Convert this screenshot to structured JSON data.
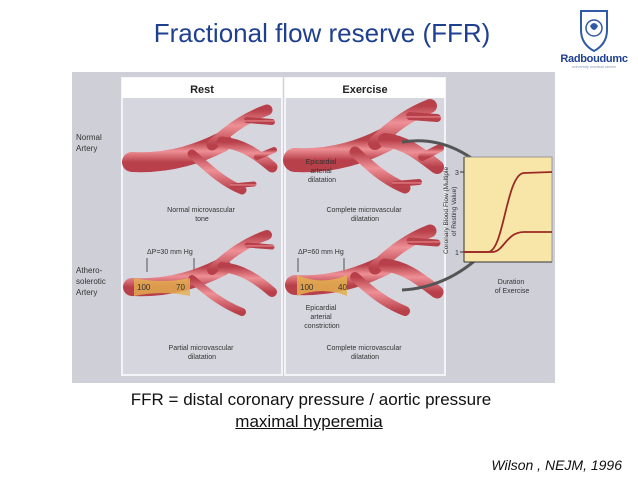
{
  "title": "Fractional flow reserve (FFR)",
  "logo": {
    "name": "Radboudumc",
    "sub": "university medical center"
  },
  "figure": {
    "col_rest": "Rest",
    "col_exercise": "Exercise",
    "row_normal": [
      "Normal",
      "Artery"
    ],
    "row_athero": [
      "Athero-",
      "solerotic",
      "Artery"
    ],
    "epi_dil": [
      "Epicardial",
      "arterial",
      "dilatation"
    ],
    "normal_micro_tone": [
      "Normal microvascular",
      "tone"
    ],
    "complete_micro_dil_1": [
      "Complete microvascular",
      "dilatation"
    ],
    "dp30": "ΔP=30 mm Hg",
    "dp60": "ΔP=60 mm Hg",
    "p100_rest": "100",
    "p70": "70",
    "p100_ex": "100",
    "p40": "40",
    "epi_con": [
      "Epicardial",
      "arterial",
      "constriction"
    ],
    "partial_micro_dil": [
      "Partial microvascular",
      "dilatation"
    ],
    "complete_micro_dil_2": [
      "Complete microvascular",
      "dilatation"
    ],
    "graph_ylabel": [
      "Coronary Blood Flow (Multiple",
      "of Resting Value)"
    ],
    "graph_tick_3": "3",
    "graph_tick_1": "1",
    "graph_xlabel": [
      "Duration",
      "of Exercise"
    ]
  },
  "formula": "FFR = distal coronary pressure / aortic pressure",
  "hyperemia": "maximal hyperemia",
  "citation": "Wilson , NEJM, 1996",
  "colors": {
    "title": "#1f3f8f",
    "artery": "#d9626a",
    "plaque": "#e3b04e",
    "graph_bg": "#f8e6a8"
  }
}
